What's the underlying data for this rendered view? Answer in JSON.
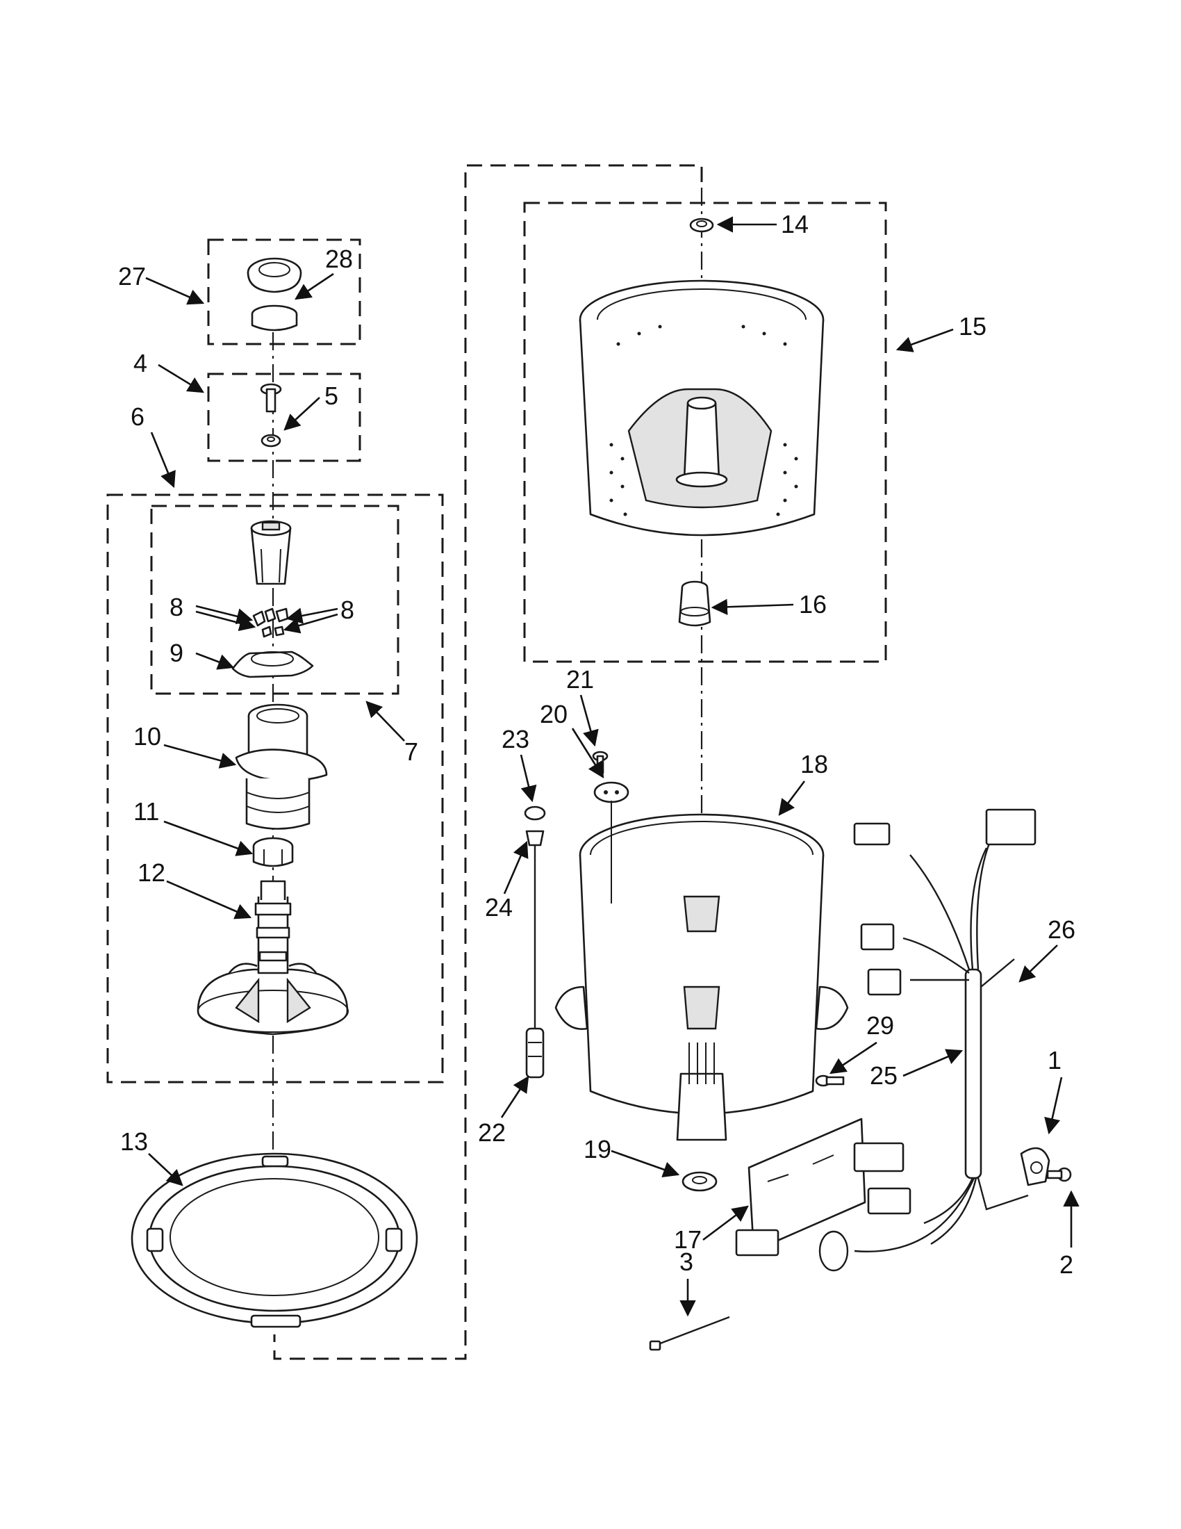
{
  "callouts": [
    {
      "id": "c1",
      "label": "1"
    },
    {
      "id": "c2",
      "label": "2"
    },
    {
      "id": "c3",
      "label": "3"
    },
    {
      "id": "c4",
      "label": "4"
    },
    {
      "id": "c5",
      "label": "5"
    },
    {
      "id": "c6",
      "label": "6"
    },
    {
      "id": "c7",
      "label": "7"
    },
    {
      "id": "c8a",
      "label": "8"
    },
    {
      "id": "c8b",
      "label": "8"
    },
    {
      "id": "c9",
      "label": "9"
    },
    {
      "id": "c10",
      "label": "10"
    },
    {
      "id": "c11",
      "label": "11"
    },
    {
      "id": "c12",
      "label": "12"
    },
    {
      "id": "c13",
      "label": "13"
    },
    {
      "id": "c14",
      "label": "14"
    },
    {
      "id": "c15",
      "label": "15"
    },
    {
      "id": "c16",
      "label": "16"
    },
    {
      "id": "c17",
      "label": "17"
    },
    {
      "id": "c18",
      "label": "18"
    },
    {
      "id": "c19",
      "label": "19"
    },
    {
      "id": "c20",
      "label": "20"
    },
    {
      "id": "c21",
      "label": "21"
    },
    {
      "id": "c22",
      "label": "22"
    },
    {
      "id": "c23",
      "label": "23"
    },
    {
      "id": "c24",
      "label": "24"
    },
    {
      "id": "c25",
      "label": "25"
    },
    {
      "id": "c26",
      "label": "26"
    },
    {
      "id": "c27",
      "label": "27"
    },
    {
      "id": "c28",
      "label": "28"
    },
    {
      "id": "c29",
      "label": "29"
    }
  ]
}
